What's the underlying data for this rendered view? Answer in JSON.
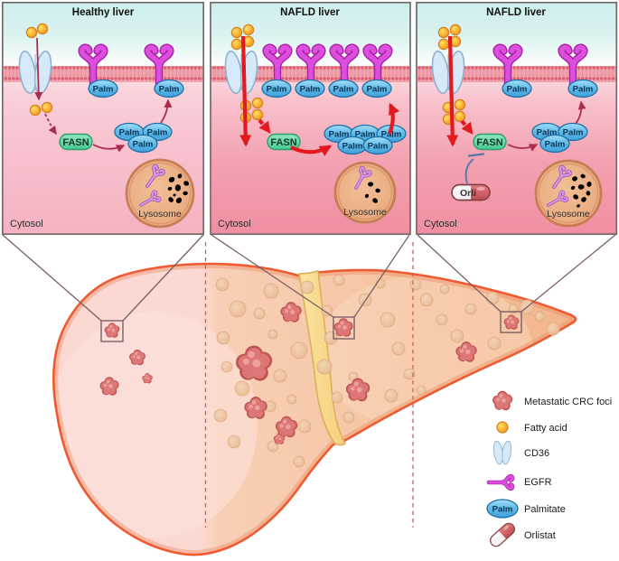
{
  "panels": [
    {
      "title": "Healthy liver",
      "cytosol_label": "Cytosol",
      "lysosome_label": "Lysosome"
    },
    {
      "title": "NAFLD liver",
      "cytosol_label": "Cytosol",
      "lysosome_label": "Lysosome"
    },
    {
      "title": "NAFLD liver",
      "cytosol_label": "Cytosol",
      "lysosome_label": "Lysosome"
    }
  ],
  "labels": {
    "palm": "Palm",
    "fasn": "FASN",
    "orli": "Orli"
  },
  "legend": {
    "items": [
      {
        "icon": "crc-foci-icon",
        "label": "Metastatic CRC foci"
      },
      {
        "icon": "fatty-acid-icon",
        "label": "Fatty acid"
      },
      {
        "icon": "cd36-icon",
        "label": "CD36"
      },
      {
        "icon": "egfr-icon",
        "label": "EGFR"
      },
      {
        "icon": "palmitate-icon",
        "label": "Palmitate",
        "badge": "Palm"
      },
      {
        "icon": "orlistat-icon",
        "label": "Orlistat"
      }
    ]
  },
  "colors": {
    "membrane_pink": "#f0a3ad",
    "egfr_magenta": "#dc4fdc",
    "cd36_blue": "#d6e9f8",
    "palm_blue": "#63bdea",
    "fasn_green": "#5fd8a0",
    "fatty_acid_orange": "#f7a426",
    "arrow_thin_crimson": "#aa2d50",
    "arrow_thick_red": "#e2191f",
    "inhibition_blue": "#5878aa",
    "lysosome_tan": "#e9ab80",
    "liver_outline_orange": "#ee5a31",
    "crc_foci_red": "#dd7776",
    "ligament_yellow": "#f9d98f"
  }
}
